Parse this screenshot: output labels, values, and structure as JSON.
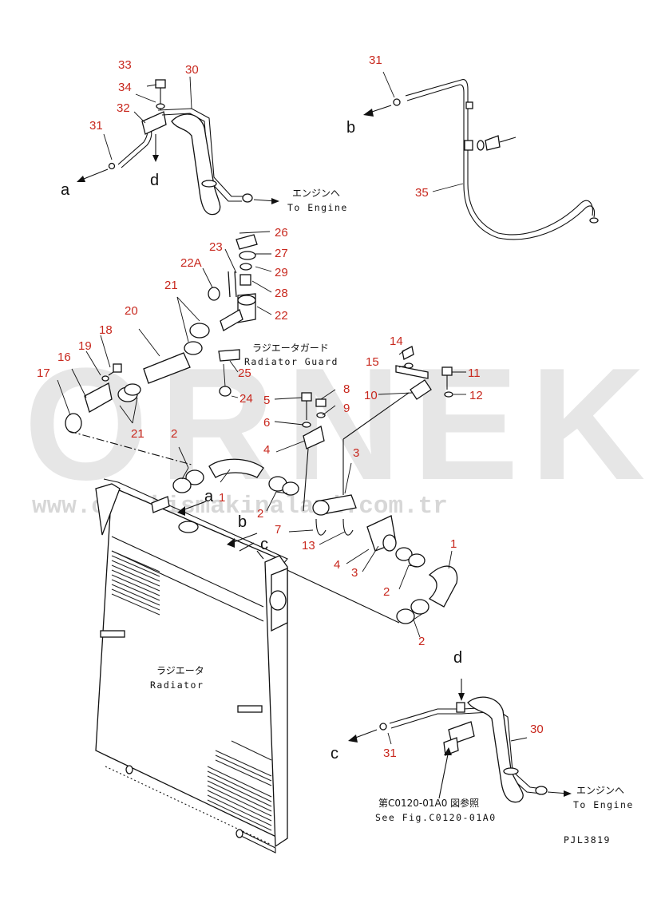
{
  "part_numbers": {
    "n1a": "1",
    "n1b": "1",
    "n2a": "2",
    "n2b": "2",
    "n2c": "2",
    "n2d": "2",
    "n3a": "3",
    "n3b": "3",
    "n4a": "4",
    "n4b": "4",
    "n5": "5",
    "n6": "6",
    "n7": "7",
    "n8": "8",
    "n9": "9",
    "n10": "10",
    "n11": "11",
    "n12": "12",
    "n13": "13",
    "n14": "14",
    "n15": "15",
    "n16": "16",
    "n17": "17",
    "n18": "18",
    "n19": "19",
    "n20": "20",
    "n21a": "21",
    "n21b": "21",
    "n22": "22",
    "n22a": "22A",
    "n23": "23",
    "n24": "24",
    "n25": "25",
    "n26": "26",
    "n27": "27",
    "n28": "28",
    "n29": "29",
    "n30a": "30",
    "n30b": "30",
    "n31a": "31",
    "n31b": "31",
    "n31c": "31",
    "n32": "32",
    "n33": "33",
    "n34": "34",
    "n35": "35"
  },
  "connectors": {
    "a1": "a",
    "a2": "a",
    "b1": "b",
    "b2": "b",
    "c1": "c",
    "c2": "c",
    "d1": "d",
    "d2": "d"
  },
  "labels": {
    "to_engine_jp": "エンジンへ",
    "to_engine_en": "To Engine",
    "radiator_guard_jp": "ラジエータガード",
    "radiator_guard_en": "Radiator Guard",
    "radiator_jp": "ラジエータ",
    "radiator_en": "Radiator",
    "see_fig_jp": "第C0120-01A0 図参照",
    "see_fig_en": "See Fig.C0120-01A0",
    "drawing_code": "PJL3819"
  },
  "watermark": {
    "brand": "ORNEK",
    "url": "www.ornekismakinalari.com.tr"
  }
}
